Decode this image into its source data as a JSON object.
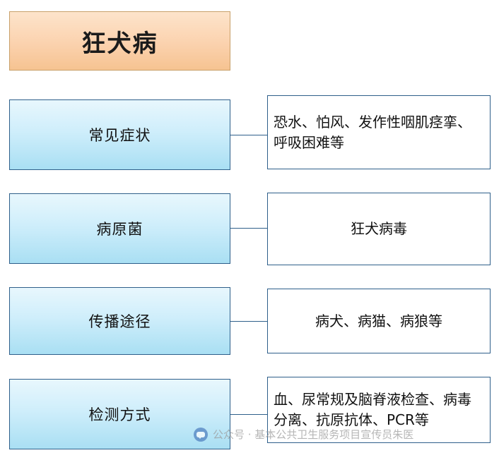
{
  "diagram": {
    "title": "狂犬病",
    "rows": [
      {
        "category": "常见症状",
        "detail": "恐水、怕风、发作性咽肌痉挛、呼吸困难等",
        "align": "left"
      },
      {
        "category": "病原菌",
        "detail": "狂犬病毒",
        "align": "center"
      },
      {
        "category": "传播途径",
        "detail": "病犬、病猫、病狼等",
        "align": "center"
      },
      {
        "category": "检测方式",
        "detail": "血、尿常规及脑脊液检查、病毒分离、抗原抗体、PCR等",
        "align": "left"
      }
    ]
  },
  "watermark": {
    "text": "公众号 · 基本公共卫生服务项目宣传员朱医"
  },
  "colors": {
    "title_border": "#c8a06a",
    "title_fill_top": "#fde4cb",
    "title_fill_bottom": "#f6c391",
    "box_border": "#2e5f8a",
    "category_fill_top": "#e8f7fd",
    "category_fill_bottom": "#a9dff3",
    "detail_fill": "#ffffff",
    "watermark_text": "#9a9a9a"
  }
}
